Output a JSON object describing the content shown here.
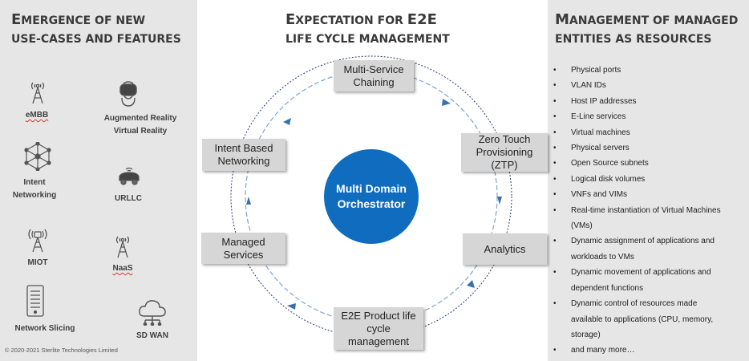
{
  "left_panel": {
    "title": {
      "cap1": "E",
      "rest1": "MERGENCE OF NEW",
      "line2": "USE-CASES AND FEATURES"
    },
    "items": [
      {
        "label": [
          "eMBB"
        ],
        "icon": "antenna-tower-icon",
        "spell": true
      },
      {
        "label": [
          "Augmented Reality",
          "Virtual Reality"
        ],
        "icon": "vr-headset-icon"
      },
      {
        "label": [
          "Intent",
          "Networking"
        ],
        "icon": "network-mesh-icon"
      },
      {
        "label": [
          "URLLC"
        ],
        "icon": "connected-car-icon"
      },
      {
        "label": [
          "MIOT"
        ],
        "icon": "iot-antenna-icon"
      },
      {
        "label": [
          "NaaS"
        ],
        "icon": "antenna-tower-icon",
        "spell": true
      },
      {
        "label": [
          "Network Slicing"
        ],
        "icon": "server-rack-icon"
      },
      {
        "label": [
          "SD WAN"
        ],
        "icon": "cloud-network-icon"
      }
    ],
    "copyright": "© 2020-2021 Sterlite Technologies Limited"
  },
  "center_panel": {
    "title": {
      "cap1": "E",
      "rest1": "XPECTATION FOR ",
      "tail1": "E2E",
      "line2": "LIFE CYCLE MANAGEMENT"
    },
    "orchestrator": [
      "Multi Domain",
      "Orchestrator"
    ],
    "nodes": {
      "top": [
        "Multi-Service",
        "Chaining"
      ],
      "upper_right": [
        "Zero Touch",
        "Provisioning",
        "(ZTP)"
      ],
      "right": [
        "Analytics"
      ],
      "bottom": [
        "E2E Product life",
        "cycle",
        "management"
      ],
      "left": [
        "Managed",
        "Services"
      ],
      "upper_left": [
        "Intent Based",
        "Networking"
      ]
    },
    "ring_color": "#7ea6cf",
    "outer_ring_color": "#2b3a7a",
    "accent": "#0f6cbf"
  },
  "right_panel": {
    "title": {
      "cap1": "M",
      "rest1": "ANAGEMENT OF MANAGED",
      "line2": "ENTITIES AS RESOURCES"
    },
    "bullets": [
      [
        "Physical ports"
      ],
      [
        "VLAN IDs"
      ],
      [
        "Host IP addresses"
      ],
      [
        "E-Line services"
      ],
      [
        "Virtual machines"
      ],
      [
        "Physical servers"
      ],
      [
        "Open Source subnets"
      ],
      [
        "Logical disk volumes"
      ],
      [
        "VNFs and VIMs"
      ],
      [
        "Real-time instantiation of Virtual Machines",
        "(VMs)"
      ],
      [
        "Dynamic assignment of applications and",
        "workloads to VMs"
      ],
      [
        "Dynamic movement of applications and",
        "dependent functions"
      ],
      [
        "Dynamic control of resources made",
        "available to applications (CPU, memory,",
        "storage)"
      ],
      [
        "and many more…"
      ]
    ]
  }
}
